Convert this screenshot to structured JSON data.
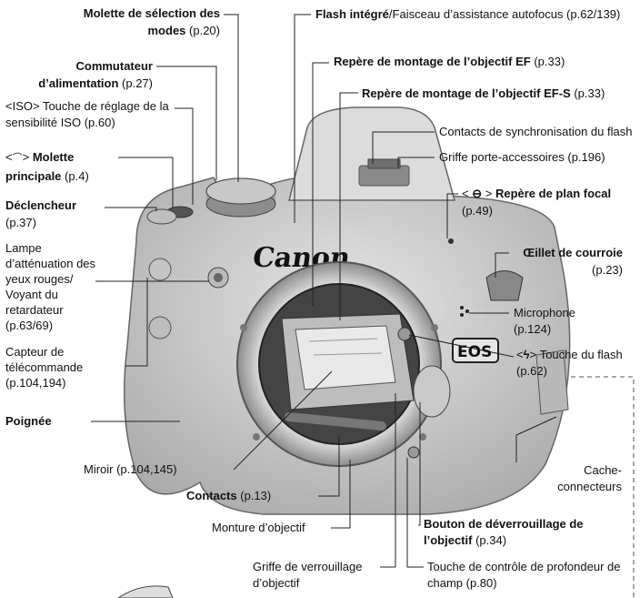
{
  "labels": {
    "mode_dial_b": "Molette de sélection des modes",
    "mode_dial_page": "(p.20)",
    "flash_b": "Flash intégré",
    "flash_text": "/Faisceau d’assistance autofocus",
    "flash_page": "(p.62/139)",
    "power_b": "Commutateur d’alimentation",
    "power_page": "(p.27)",
    "ef_mount_b": "Repère de montage de l’objectif EF",
    "ef_mount_page": "(p.33)",
    "iso_text": "<ISO> Touche de réglage de la sensibilité ISO (p.60)",
    "efs_mount_b": "Repère de montage de l’objectif EF-S",
    "efs_mount_page": "(p.33)",
    "sync_contacts": "Contacts de synchronisation du flash",
    "main_dial_b": "Molette principale",
    "main_dial_page": "(p.4)",
    "hot_shoe": "Griffe porte-accessoires (p.196)",
    "shutter_b": "Déclencheur",
    "shutter_page": "(p.37)",
    "focal_plane_b": "Repère de plan focal",
    "focal_plane_page": "(p.49)",
    "red_eye": "Lampe d’atténuation des yeux rouges/ Voyant du retardateur (p.63/69)",
    "strap_b": "Œillet de courroie",
    "strap_page": "(p.23)",
    "microphone": "Microphone (p.124)",
    "remote": "Capteur de télécommande (p.104,194)",
    "flash_button": "Touche du flash (p.62)",
    "grip_b": "Poignée",
    "mirror": "Miroir (p.104,145)",
    "terminal_cover": "Cache-connecteurs",
    "contacts_b": "Contacts",
    "contacts_page": "(p.13)",
    "lens_release_b": "Bouton de déverrouillage de l’objectif",
    "lens_release_page": "(p.34)",
    "lens_mount": "Monture d’objectif",
    "lens_lock_pin": "Griffe de verrouillage d’objectif",
    "dof_preview": "Touche de contrôle de profondeur de champ (p.80)"
  },
  "camera": {
    "brand": "Canon",
    "model_badge": "EOS"
  },
  "colors": {
    "body": "#cfcfcf",
    "body_dark": "#9a9a9a",
    "mount_inner": "#2a2a2a",
    "mirror": "#d8d8d8"
  }
}
